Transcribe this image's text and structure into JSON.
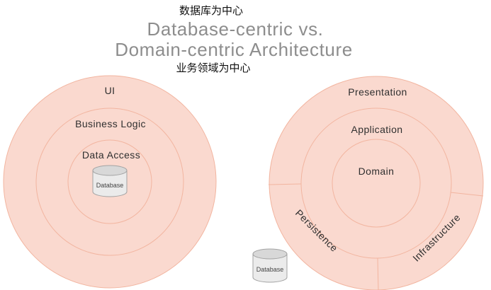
{
  "header": {
    "top_caption": "数据库为中心",
    "title_line1": "Database-centric vs.",
    "title_line2": "Domain-centric Architecture",
    "bottom_caption": "业务领域为中心"
  },
  "left_diagram": {
    "rings": [
      {
        "label": "UI"
      },
      {
        "label": "Business Logic"
      },
      {
        "label": "Data Access"
      }
    ],
    "database_label": "Database"
  },
  "right_diagram": {
    "rings": [
      {
        "label": "Presentation"
      },
      {
        "label": "Application"
      },
      {
        "label": "Domain"
      }
    ],
    "segments": [
      {
        "label": "Persistence"
      },
      {
        "label": "Infrastructure"
      }
    ],
    "database_label": "Database"
  },
  "colors": {
    "ring_fill": "#fad9cf",
    "ring_stroke": "#f2b5a0",
    "title_color": "#8d8d8d",
    "label_color": "#2f2f2f",
    "caption_color": "#111111",
    "cylinder_body": "#ebebeb",
    "cylinder_top": "#d8d8d8",
    "cylinder_stroke": "#a3a3a3"
  }
}
